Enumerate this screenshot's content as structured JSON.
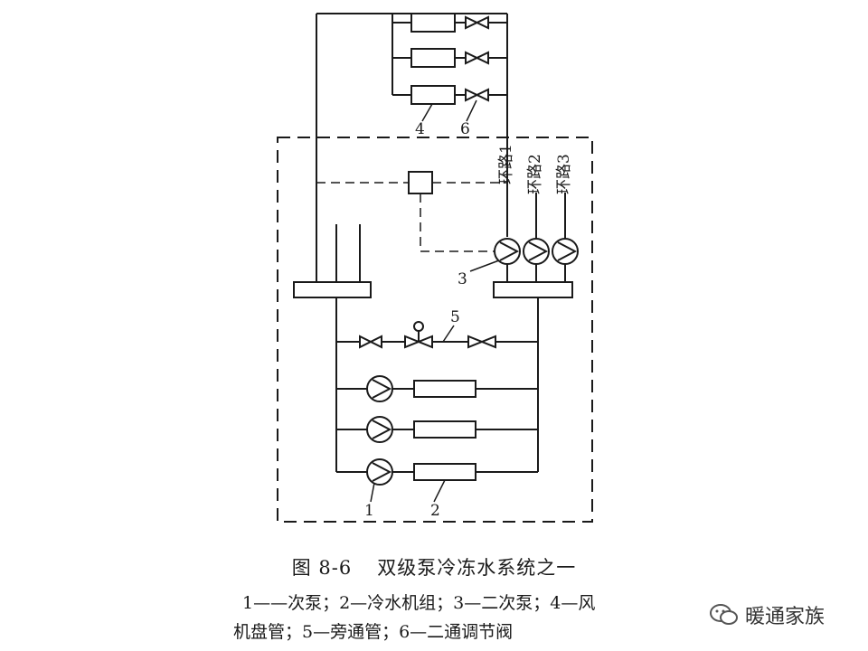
{
  "labels": {
    "secondary_pump_no": "3",
    "chiller_no": "2",
    "primary_pump_no": "1",
    "bypass_no": "5",
    "fan_coil_no": "4",
    "two_way_valve_no": "6",
    "loop1": "环路1",
    "loop2": "环路2",
    "loop3": "环路3"
  },
  "caption": {
    "figure_number": "图 8-6",
    "title": "双级泵冷冻水系统之一",
    "legend_line1": "1——次泵；2—冷水机组；3—二次泵；4—风",
    "legend_line2": "机盘管；5—旁通管；6—二通调节阀"
  },
  "watermark": {
    "text": "暖通家族",
    "icon": "wechat-icon"
  }
}
